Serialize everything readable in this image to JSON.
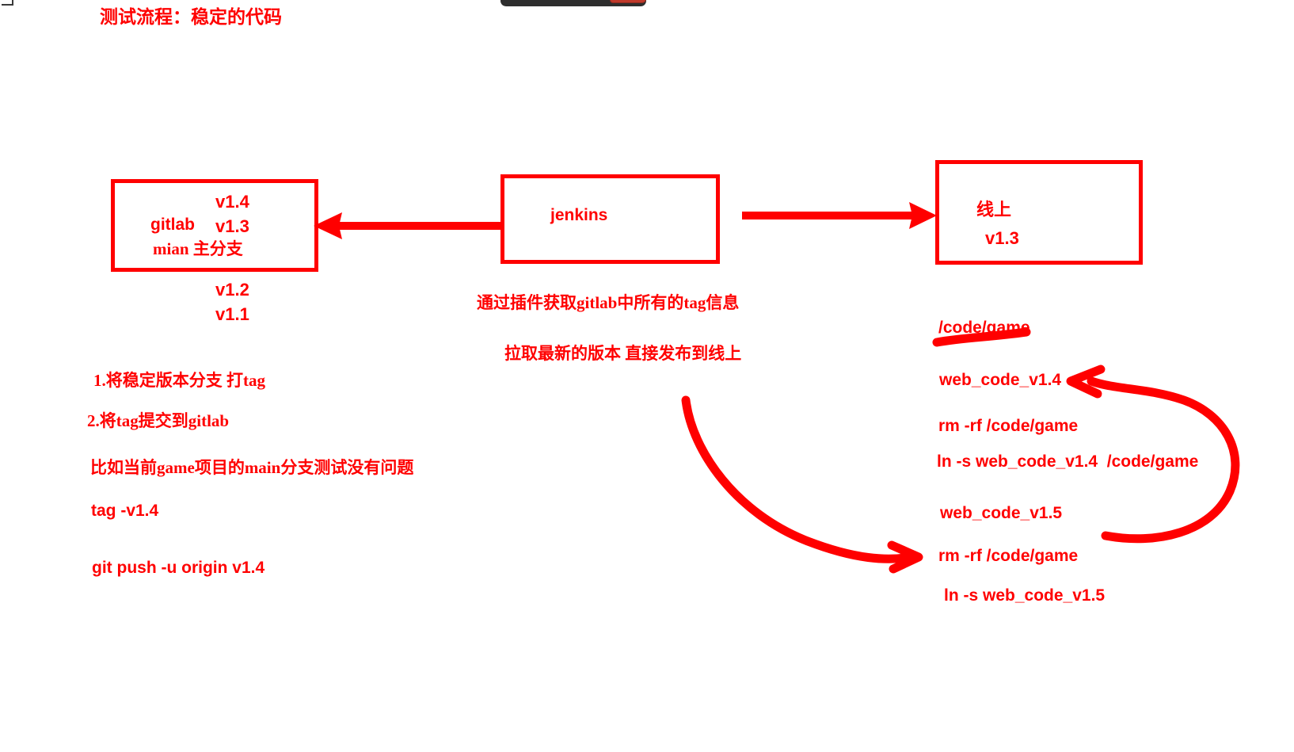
{
  "page": {
    "title": "测试流程：稳定的代码",
    "ink_color": "#ff0000",
    "background": "#ffffff"
  },
  "chrome": {
    "topbar_fragment": "",
    "topbar_accent": "",
    "corner_bracket": ""
  },
  "boxes": {
    "gitlab": {
      "version_top": "v1.4",
      "name": "gitlab",
      "version_mid": "v1.3",
      "branch": "mian 主分支"
    },
    "gitlab_below": {
      "version_a": "v1.2",
      "version_b": "v1.1"
    },
    "jenkins": {
      "label": "jenkins"
    },
    "online": {
      "label": "线上",
      "version": "v1.3"
    }
  },
  "middle_notes": {
    "note_1": "通过插件获取gitlab中所有的tag信息",
    "note_2": "拉取最新的版本 直接发布到线上"
  },
  "left_steps": {
    "step_1": "1.将稳定版本分支 打tag",
    "step_2": "2.将tag提交到gitlab",
    "step_3": "比如当前game项目的main分支测试没有问题",
    "step_4": "tag -v1.4",
    "step_5": "git push -u origin v1.4"
  },
  "right_commands": {
    "path": "/code/game",
    "cmd_1": "web_code_v1.4",
    "cmd_2": "rm -rf /code/game",
    "cmd_3": "ln -s web_code_v1.4  /code/game",
    "cmd_4": "web_code_v1.5",
    "cmd_5": "rm -rf /code/game",
    "cmd_6": "ln -s web_code_v1.5"
  },
  "annotations": {
    "arrow_jenkins_to_gitlab": "arrow-left",
    "arrow_jenkins_to_online": "arrow-right",
    "underline_code_game": "underline",
    "curve_to_rm_v15": "curved-arrow",
    "loop_to_web_code_v14": "loop-arrow"
  }
}
